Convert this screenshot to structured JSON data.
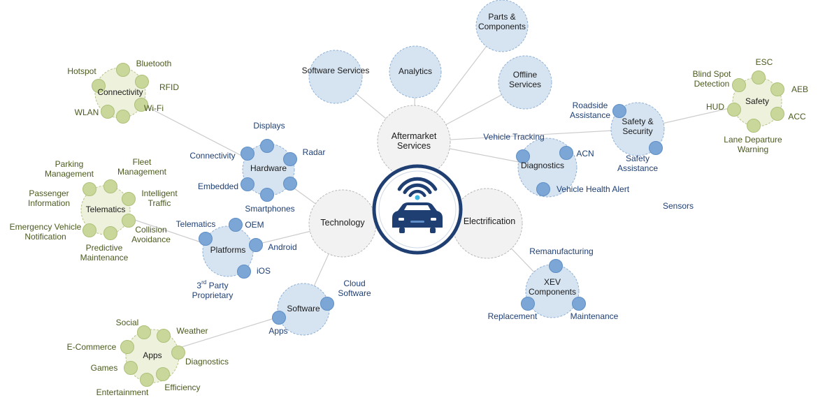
{
  "center": {
    "icon": "connected-car-wifi-icon"
  },
  "hubs": {
    "aftermarket": [
      "Aftermarket",
      "Services"
    ],
    "technology": [
      "Technology"
    ],
    "electrification": [
      "Electrification"
    ]
  },
  "bubbles": {
    "software_services": [
      "Software Services"
    ],
    "analytics": [
      "Analytics"
    ],
    "parts_components": [
      "Parts &",
      "Components"
    ],
    "offline_services": [
      "Offline",
      "Services"
    ],
    "diagnostics": [
      "Diagnostics"
    ],
    "safety_security": [
      "Safety &",
      "Security"
    ],
    "safety": [
      "Safety"
    ],
    "connectivity": [
      "Connectivity"
    ],
    "hardware": [
      "Hardware"
    ],
    "telematics": [
      "Telematics"
    ],
    "platforms": [
      "Platforms"
    ],
    "software": [
      "Software"
    ],
    "apps": [
      "Apps"
    ],
    "xev": [
      "XEV",
      "Components"
    ]
  },
  "labels": {
    "hotspot": [
      "Hotspot"
    ],
    "bluetooth": [
      "Bluetooth"
    ],
    "rfid": [
      "RFID"
    ],
    "wifi": [
      "Wi-Fi"
    ],
    "wlan": [
      "WLAN"
    ],
    "displays": [
      "Displays"
    ],
    "radar": [
      "Radar"
    ],
    "hw_connectivity": [
      "Connectivity"
    ],
    "embedded": [
      "Embedded"
    ],
    "smartphones": [
      "Smartphones"
    ],
    "parking": [
      "Parking",
      "Management"
    ],
    "fleet": [
      "Fleet",
      "Management"
    ],
    "passenger": [
      "Passenger",
      "Information"
    ],
    "intelligent": [
      "Intelligent",
      "Traffic"
    ],
    "emergency": [
      "Emergency Vehicle",
      "Notification"
    ],
    "collision": [
      "Collision",
      "Avoidance"
    ],
    "predictive": [
      "Predictive",
      "Maintenance"
    ],
    "pl_telematics": [
      "Telematics"
    ],
    "oem": [
      "OEM"
    ],
    "android": [
      "Android"
    ],
    "ios": [
      "iOS"
    ],
    "third_party_sup": "rd",
    "third_party_num": "3",
    "third_party_rest": "Party",
    "third_party_line2": "Proprietary",
    "cloud": [
      "Cloud",
      "Software"
    ],
    "sw_apps": [
      "Apps"
    ],
    "social": [
      "Social"
    ],
    "weather": [
      "Weather"
    ],
    "ecommerce": [
      "E-Commerce"
    ],
    "app_diagnostics": [
      "Diagnostics"
    ],
    "games": [
      "Games"
    ],
    "efficiency": [
      "Efficiency"
    ],
    "entertainment": [
      "Entertainment"
    ],
    "roadside": [
      "Roadside",
      "Assistance"
    ],
    "safety_assistance": [
      "Safety",
      "Assistance"
    ],
    "vehicle_tracking": [
      "Vehicle Tracking"
    ],
    "acn": [
      "ACN"
    ],
    "vehicle_health": [
      "Vehicle Health Alert"
    ],
    "blind_spot": [
      "Blind Spot",
      "Detection"
    ],
    "esc": [
      "ESC"
    ],
    "aeb": [
      "AEB"
    ],
    "hud": [
      "HUD"
    ],
    "acc": [
      "ACC"
    ],
    "lane_departure": [
      "Lane Departure",
      "Warning"
    ],
    "sensors": [
      "Sensors"
    ],
    "remanufacturing": [
      "Remanufacturing"
    ],
    "replacement": [
      "Replacement"
    ],
    "maintenance": [
      "Maintenance"
    ]
  },
  "colors": {
    "connector": "#cccccc",
    "hub_fill": "#f2f2f2",
    "hub_stroke": "#b8b8b8",
    "bubble_blue": "#d6e4f2",
    "bubble_blue_stroke": "#8fb0d4",
    "bubble_green": "#eef2dc",
    "bubble_green_stroke": "#b7c48a",
    "satellite_blue": "#7ba6d6",
    "satellite_blue_stroke": "#5f8fc6",
    "satellite_green": "#c9d89a",
    "satellite_green_stroke": "#adc079",
    "center_ring": "#1f3f73",
    "center_fill": "#ffffff"
  }
}
